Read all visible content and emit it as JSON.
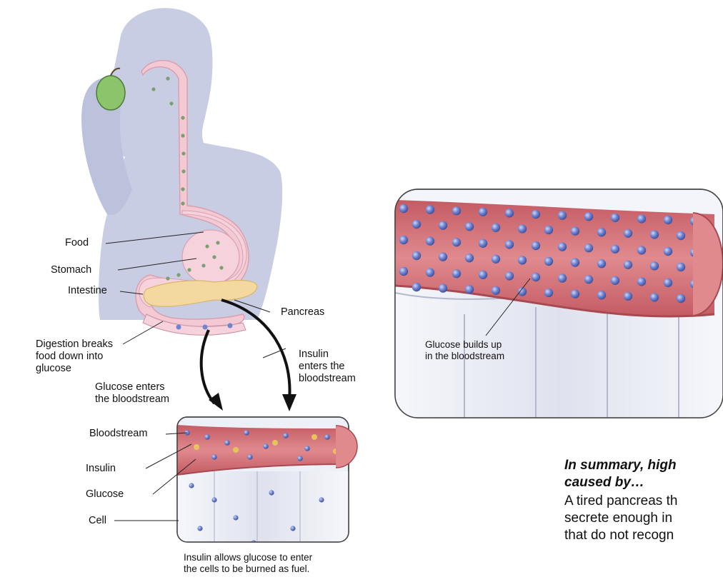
{
  "colors": {
    "silhouette": "#c9cde4",
    "digestive_tract": "#f3c9d3",
    "pancreas": "#f3d9a0",
    "vessel": "#d9747a",
    "vessel_dark": "#b9575e",
    "glucose": "#5f73c4",
    "insulin": "#e8c25a",
    "cell": "#e6e8f2",
    "panel_border": "#444444"
  },
  "left_figure": {
    "labels": {
      "food": "Food",
      "stomach": "Stomach",
      "intestine": "Intestine",
      "pancreas": "Pancreas",
      "digestion_line1": "Digestion breaks",
      "digestion_line2": "food down into",
      "digestion_line3": "glucose",
      "glucose_enters_line1": "Glucose enters",
      "glucose_enters_line2": "the bloodstream",
      "insulin_enters_line1": "Insulin",
      "insulin_enters_line2": "enters the",
      "insulin_enters_line3": "bloodstream"
    }
  },
  "inset_normal": {
    "labels": {
      "bloodstream": "Bloodstream",
      "insulin": "Insulin",
      "glucose": "Glucose",
      "cell": "Cell"
    },
    "caption_line1": "Insulin allows glucose to enter",
    "caption_line2": "the cells to be burned as fuel."
  },
  "inset_diabetic": {
    "label_line1": "Glucose builds up",
    "label_line2": "in the bloodstream"
  },
  "summary": {
    "title": "In summary, high\ncaused by…",
    "body": "A tired pancreas th\nsecrete enough in\nthat do not recogn"
  }
}
